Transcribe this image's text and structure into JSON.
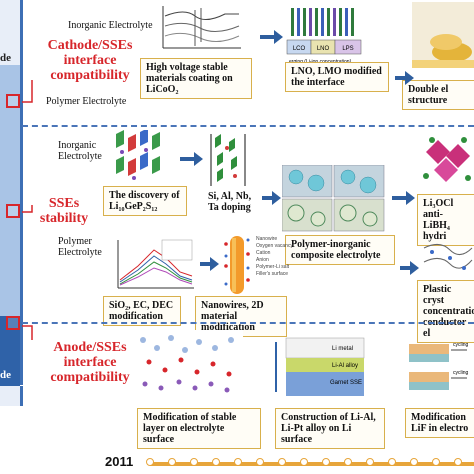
{
  "strip": {
    "top_label": "de",
    "bottom_label": "de"
  },
  "categories": [
    "Cathode/SSEs interface compatibility",
    "SSEs stability",
    "Anode/SSEs interface compatibility"
  ],
  "row1": {
    "inorganic_label": "Inorganic Electrolyte",
    "polymer_label": "Polymer Electrolyte",
    "cap1": "High voltage stable materials coating on LiCoO₂",
    "cap2": "LNO, LMO modified the interface",
    "cap3": "Double el structure",
    "layers": [
      "LCO",
      "LNO",
      "LPS"
    ],
    "layer_note": "erging (Li-ion concentration)"
  },
  "row2": {
    "inorganic_label": "Inorganic Electrolyte",
    "polymer_label": "Polymer Electrolyte",
    "cap1": "The discovery of Li₁₀GeP₂S₁₂",
    "cap2": "Si, Al, Nb, Ta doping",
    "cap3": "Li₃OCl anti- LiBH₄ hydri",
    "cap4": "Polymer-inorganic composite electrolyte",
    "cap5": "SiO₂, EC, DEC modification",
    "cap6": "Nanowires, 2D material modification",
    "cap7": "Plastic cryst concentratio conductor el",
    "legend": [
      "Nanowire",
      "Oxygen vacancy",
      "Cation",
      "Anion",
      "Polymer-Li salt",
      "Filler's surface"
    ]
  },
  "row3": {
    "cap1": "Modification of stable layer on electrolyte surface",
    "cap2": "Construction of Li-Al, Li-Pt alloy on Li surface",
    "cap3": "Modification LiF in electro",
    "layers": [
      "Li metal",
      "Li-Al alloy",
      "Garnet SSE"
    ],
    "cycling": "cycling"
  },
  "timeline": {
    "start_year": "2011"
  },
  "colors": {
    "category": "#d7262b",
    "arrow": "#2e5e9e",
    "caption_border": "#d8b04c",
    "divider": "#4a75b8",
    "timeline": "#e7a53a"
  }
}
